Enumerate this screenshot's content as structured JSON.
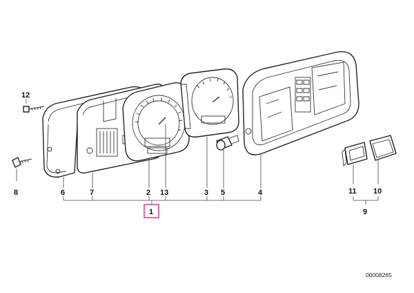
{
  "callouts": {
    "c12": "12",
    "c8": "8",
    "c6": "6",
    "c7": "7",
    "c2": "2",
    "c13": "13",
    "c3": "3",
    "c5": "5",
    "c4": "4",
    "c1": "1",
    "c11": "11",
    "c10": "10",
    "c9": "9"
  },
  "reference_number": "00008265",
  "colors": {
    "highlight": "#e0409a",
    "line": "#222222",
    "background": "#ffffff"
  },
  "highlighted_callout": "1"
}
